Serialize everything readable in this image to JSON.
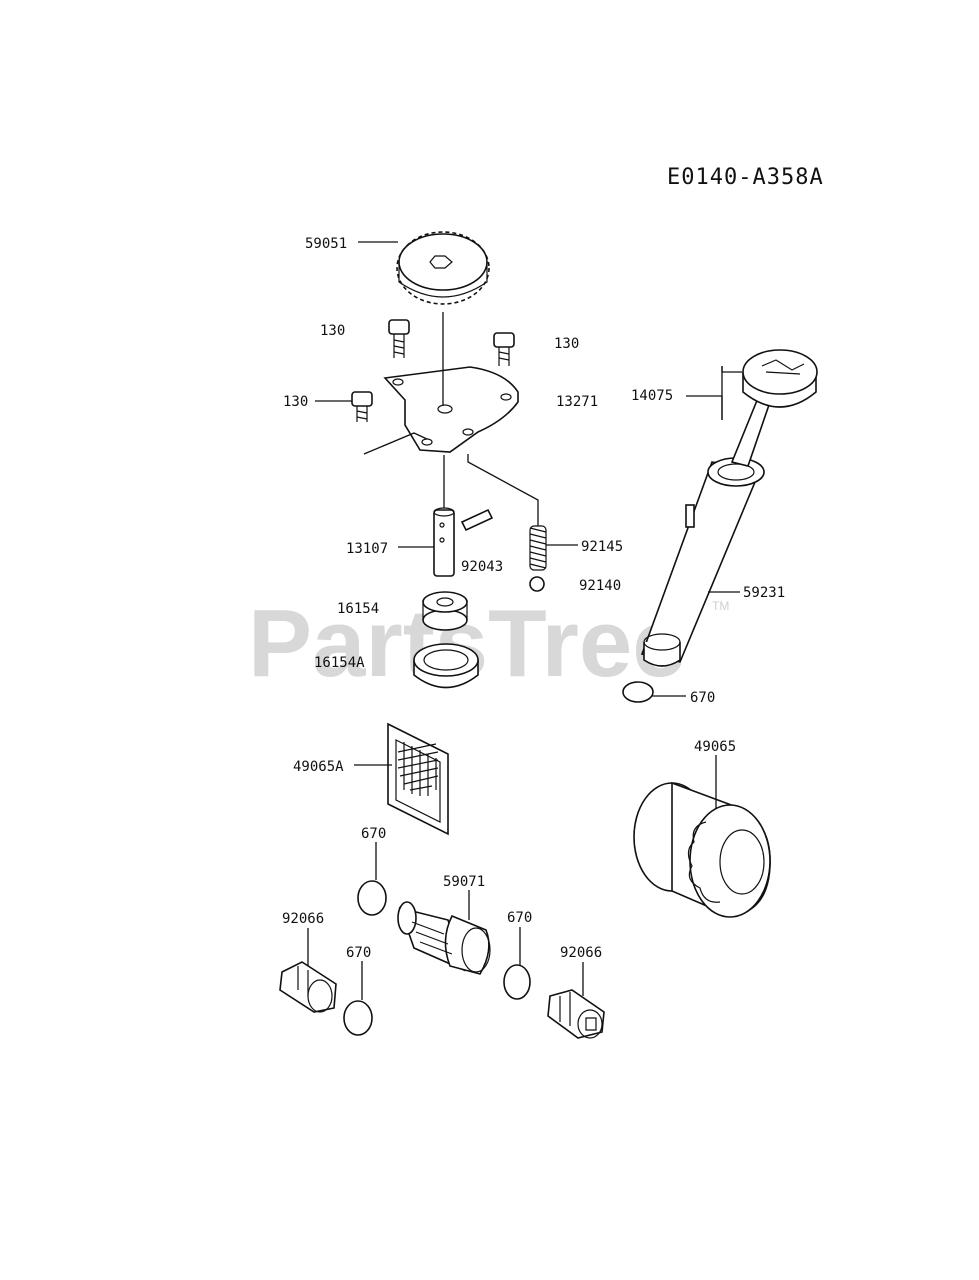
{
  "diagram_code": "E0140-A358A",
  "watermark": {
    "text": "PartsTree",
    "mark": "TM"
  },
  "callouts": {
    "gear": "59051",
    "bolt_top_left": "130",
    "bolt_top_right": "130",
    "bolt_left": "130",
    "cover_plate": "13271",
    "dipstick": "14075",
    "shaft": "13107",
    "pin": "92043",
    "spring": "92145",
    "ball": "92140",
    "dipstick_tube": "59231",
    "rotor_inner": "16154",
    "rotor_outer": "16154A",
    "oring_tube": "670",
    "strainer": "49065A",
    "oil_filter": "49065",
    "oring_left_upper": "670",
    "fitting": "59071",
    "oring_right": "670",
    "plug_left": "92066",
    "oring_left_lower": "670",
    "plug_right": "92066"
  }
}
